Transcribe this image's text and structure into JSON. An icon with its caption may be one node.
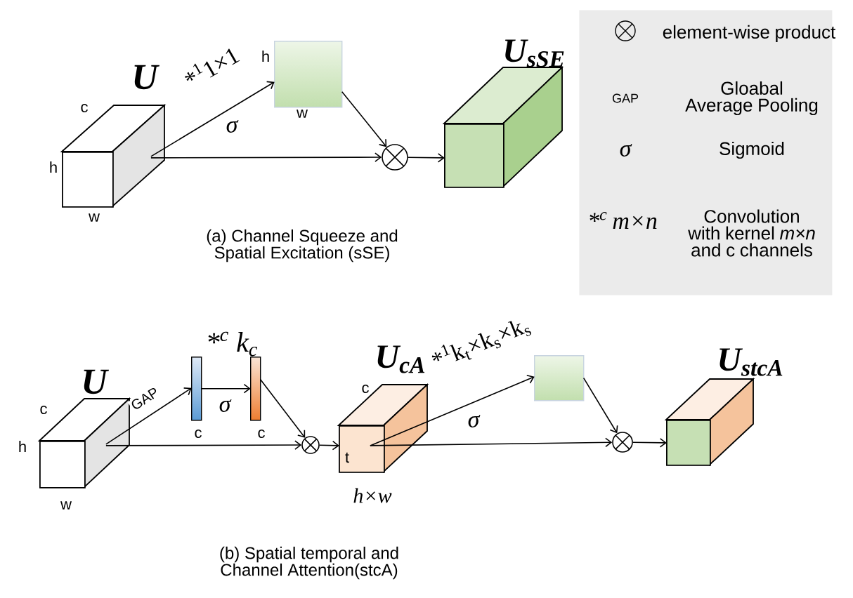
{
  "diagram": {
    "nodes": [
      {
        "text": [
          "U",
          "c",
          "h",
          "w"
        ]
      },
      {
        "text": [],
        "shape": "box",
        "beside": [
          "h",
          "w"
        ]
      },
      {
        "text": [],
        "shape": "circle"
      },
      {
        "text": [
          "U$_{sSE}$"
        ]
      },
      {
        "text": [
          "element-wise product",
          "GAP",
          "Gloabal Average Pooling",
          "σ",
          "Sigmoid",
          "*$^{c}$ m×n",
          "Convolution with kernel *m×n* and c channels"
        ]
      },
      {
        "text": [
          "U",
          "c",
          "h",
          "w"
        ]
      },
      {
        "text": [],
        "shape": "bar",
        "beside": [
          "c"
        ]
      },
      {
        "text": [],
        "shape": "bar",
        "beside": [
          "c"
        ]
      },
      {
        "text": [],
        "shape": "circle"
      },
      {
        "text": [
          "U$_{cA}$",
          "c",
          "t",
          "h×w"
        ]
      },
      {
        "text": [],
        "shape": "box"
      },
      {
        "text": [],
        "shape": "circle"
      },
      {
        "text": [
          "U$_{stcA}$"
        ]
      }
    ],
    "edges": [
      {
        "from": 0,
        "to": 1,
        "arrow": "to",
        "label": "*$^{1}$1×1"
      },
      {
        "from": 0,
        "to": 2,
        "arrow": "to"
      },
      {
        "from": 1,
        "to": 2,
        "arrow": "to"
      },
      {
        "from": 2,
        "to": 3,
        "arrow": "to"
      },
      {
        "from": 5,
        "to": 6,
        "arrow": "to",
        "label": "GAP"
      },
      {
        "from": 6,
        "to": 7,
        "arrow": "to",
        "label": "σ"
      },
      {
        "from": 7,
        "to": 8,
        "arrow": "to"
      },
      {
        "from": 5,
        "to": 8,
        "arrow": "to"
      },
      {
        "from": 8,
        "to": 9,
        "arrow": "to"
      },
      {
        "from": 9,
        "to": 10,
        "arrow": "to",
        "label": "*$^{1}$k$_{t}$×k$_{s}$×k$_{s}$"
      },
      {
        "from": 9,
        "to": 11,
        "arrow": "to"
      },
      {
        "from": 10,
        "to": 11,
        "arrow": "to"
      },
      {
        "from": 11,
        "to": 12,
        "arrow": "to"
      }
    ],
    "labels": [
      "σ",
      "(a) Channel Squeeze and Spatial Excitation (sSE)",
      "*$^{c}$ k$_{c}$",
      "σ",
      "(b) Spatial temporal and Channel Attention(stcA)"
    ]
  }
}
